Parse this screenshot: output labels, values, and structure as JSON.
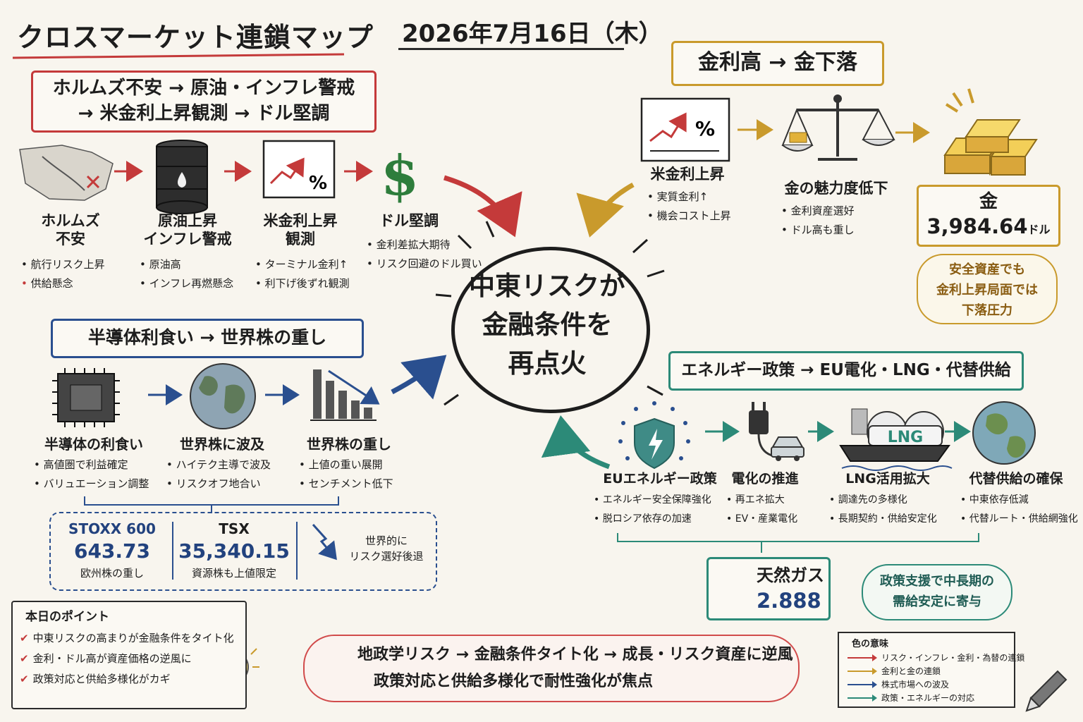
{
  "header": {
    "title": "クロスマーケット連鎖マップ",
    "date": "2026年7月16日（木）"
  },
  "colors": {
    "red": "#c43a3a",
    "gold": "#c99a2c",
    "blue": "#2a4f8f",
    "teal": "#2c8a78",
    "background": "#f8f5ee"
  },
  "red_chain": {
    "heading_line1": "ホルムズ不安 → 原油・インフレ警戒",
    "heading_line2": "→ 米金利上昇観測 → ドル堅調",
    "nodes": [
      {
        "title_1": "ホルムズ",
        "title_2": "不安",
        "bullets": [
          "航行リスク上昇",
          "供給懸念"
        ],
        "icon": "map-icon"
      },
      {
        "title_1": "原油上昇",
        "title_2": "インフレ警戒",
        "bullets": [
          "原油高",
          "インフレ再燃懸念"
        ],
        "icon": "oil-barrel-icon"
      },
      {
        "title_1": "米金利上昇",
        "title_2": "観測",
        "bullets": [
          "ターミナル金利↑",
          "利下げ後ずれ観測"
        ],
        "icon": "rate-chart-icon"
      },
      {
        "title_1": "ドル堅調",
        "title_2": "",
        "bullets": [
          "金利差拡大期待",
          "リスク回避のドル買い"
        ],
        "icon": "dollar-icon"
      }
    ]
  },
  "gold_chain": {
    "heading": "金利高 → 金下落",
    "nodes": [
      {
        "title": "米金利上昇",
        "bullets": [
          "実質金利↑",
          "機会コスト上昇"
        ],
        "icon": "rate-chart-icon"
      },
      {
        "title": "金の魅力度低下",
        "bullets": [
          "金利資産選好",
          "ドル高も重し"
        ],
        "icon": "balance-scale-icon"
      }
    ],
    "gold_value_label": "金",
    "gold_value": "3,984.64",
    "gold_unit": "ドル",
    "note_line1": "安全資産でも",
    "note_line2": "金利上昇局面では",
    "note_line3": "下落圧力",
    "icon": "gold-bars-icon"
  },
  "center": {
    "line1": "中東リスクが",
    "line2": "金融条件を",
    "line3": "再点火"
  },
  "blue_chain": {
    "heading": "半導体利食い → 世界株の重し",
    "nodes": [
      {
        "title": "半導体の利食い",
        "bullets": [
          "高値圏で利益確定",
          "バリュエーション調整"
        ],
        "icon": "chip-icon"
      },
      {
        "title": "世界株に波及",
        "bullets": [
          "ハイテク主導で波及",
          "リスクオフ地合い"
        ],
        "icon": "globe-icon"
      },
      {
        "title": "世界株の重し",
        "bullets": [
          "上値の重い展開",
          "センチメント低下"
        ],
        "icon": "falling-bars-icon"
      }
    ],
    "indices": [
      {
        "name": "STOXX 600",
        "value": "643.73",
        "note": "欧州株の重し"
      },
      {
        "name": "TSX",
        "value": "35,340.15",
        "note": "資源株も上値限定"
      }
    ],
    "global_note_line1": "世界的に",
    "global_note_line2": "リスク選好後退"
  },
  "teal_chain": {
    "heading": "エネルギー政策 → EU電化・LNG・代替供給",
    "nodes": [
      {
        "title": "EUエネルギー政策",
        "bullets": [
          "エネルギー安全保障強化",
          "脱ロシア依存の加速"
        ],
        "icon": "eu-shield-icon"
      },
      {
        "title": "電化の推進",
        "bullets": [
          "再エネ拡大",
          "EV・産業電化"
        ],
        "icon": "plug-car-icon"
      },
      {
        "title": "LNG活用拡大",
        "bullets": [
          "調達先の多様化",
          "長期契約・供給安定化"
        ],
        "icon": "lng-ship-icon",
        "ship_label": "LNG"
      },
      {
        "title": "代替供給の確保",
        "bullets": [
          "中東依存低減",
          "代替ルート・供給網強化"
        ],
        "icon": "globe-icon"
      }
    ],
    "gas_label": "天然ガス",
    "gas_value": "2.888",
    "note_line1": "政策支援で中長期の",
    "note_line2": "需給安定に寄与"
  },
  "points": {
    "title": "本日のポイント",
    "items": [
      "中東リスクの高まりが金融条件をタイト化",
      "金利・ドル高が資産価格の逆風に",
      "政策対応と供給多様化がカギ"
    ]
  },
  "summary": {
    "line1": "地政学リスク → 金融条件タイト化 → 成長・リスク資産に逆風",
    "line2": "政策対応と供給多様化で耐性強化が焦点"
  },
  "legend": {
    "title": "色の意味",
    "items": [
      {
        "label": "リスク・インフレ・金利・為替の連鎖",
        "color": "#c43a3a"
      },
      {
        "label": "金利と金の連鎖",
        "color": "#c99a2c"
      },
      {
        "label": "株式市場への波及",
        "color": "#2a4f8f"
      },
      {
        "label": "政策・エネルギーの対応",
        "color": "#2c8a78"
      }
    ]
  }
}
